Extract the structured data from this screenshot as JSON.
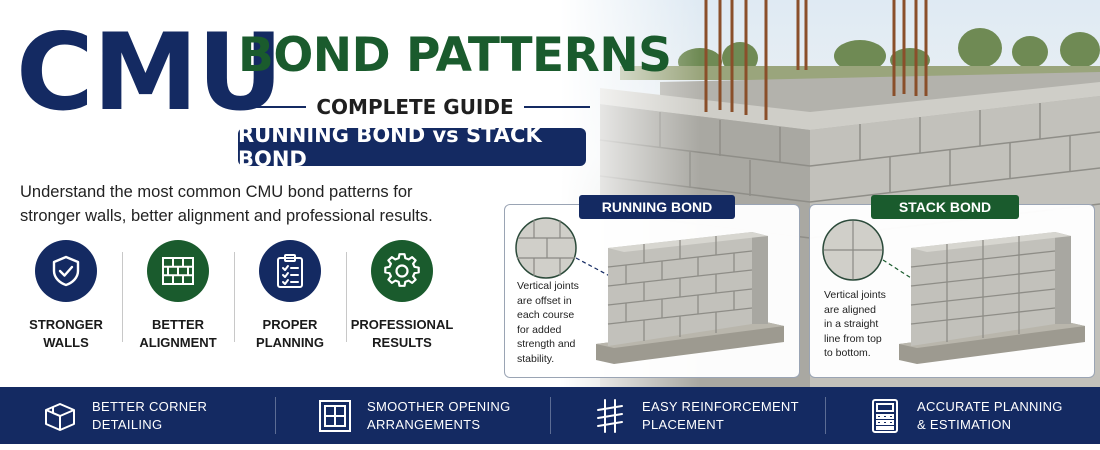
{
  "header": {
    "main_title": "CMU",
    "bond_title": "BOND PATTERNS",
    "guide_label": "COMPLETE GUIDE",
    "comparison_label": "RUNNING BOND vs STACK BOND",
    "subtitle_line1": "Understand the most common CMU bond patterns for",
    "subtitle_line2": "stronger walls, better alignment and professional results."
  },
  "benefits": [
    {
      "icon": "shield-check-icon",
      "line1": "STRONGER",
      "line2": "WALLS",
      "color": "#142a62"
    },
    {
      "icon": "brick-wall-icon",
      "line1": "BETTER",
      "line2": "ALIGNMENT",
      "color": "#1a5b2d"
    },
    {
      "icon": "clipboard-checklist-icon",
      "line1": "PROPER",
      "line2": "PLANNING",
      "color": "#142a62"
    },
    {
      "icon": "gear-icon",
      "line1": "PROFESSIONAL",
      "line2": "RESULTS",
      "color": "#1a5b2d"
    }
  ],
  "panels": {
    "running": {
      "title": "RUNNING BOND",
      "color": "#142a62",
      "description": [
        "Vertical joints",
        "are offset in",
        "each course",
        "for added",
        "strength and",
        "stability."
      ]
    },
    "stack": {
      "title": "STACK BOND",
      "color": "#1a5b2d",
      "description": [
        "Vertical joints",
        "are aligned",
        "in a straight",
        "line from top",
        "to bottom."
      ]
    }
  },
  "bottom_bar": [
    {
      "icon": "corner-block-icon",
      "line1": "BETTER CORNER",
      "line2": "DETAILING"
    },
    {
      "icon": "window-opening-icon",
      "line1": "SMOOTHER OPENING",
      "line2": "ARRANGEMENTS"
    },
    {
      "icon": "rebar-grid-icon",
      "line1": "EASY REINFORCEMENT",
      "line2": "PLACEMENT"
    },
    {
      "icon": "calculator-icon",
      "line1": "ACCURATE PLANNING",
      "line2": "& ESTIMATION"
    }
  ],
  "colors": {
    "navy": "#142a62",
    "green": "#1a5b2d",
    "concrete": "#b9b8b2"
  }
}
